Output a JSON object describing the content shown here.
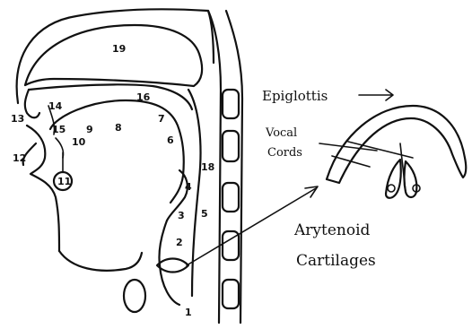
{
  "labels": {
    "epiglottis": "Epiglottis",
    "vocal_cords_1": "Vocal",
    "vocal_cords_2": "Cords",
    "arytenoid_1": "Arytenoid",
    "arytenoid_2": "Cartilages"
  },
  "numbers": [
    "19",
    "14",
    "16",
    "13",
    "15",
    "9",
    "8",
    "7",
    "6",
    "12",
    "11",
    "10",
    "18",
    "4",
    "3",
    "5",
    "2",
    "1"
  ]
}
